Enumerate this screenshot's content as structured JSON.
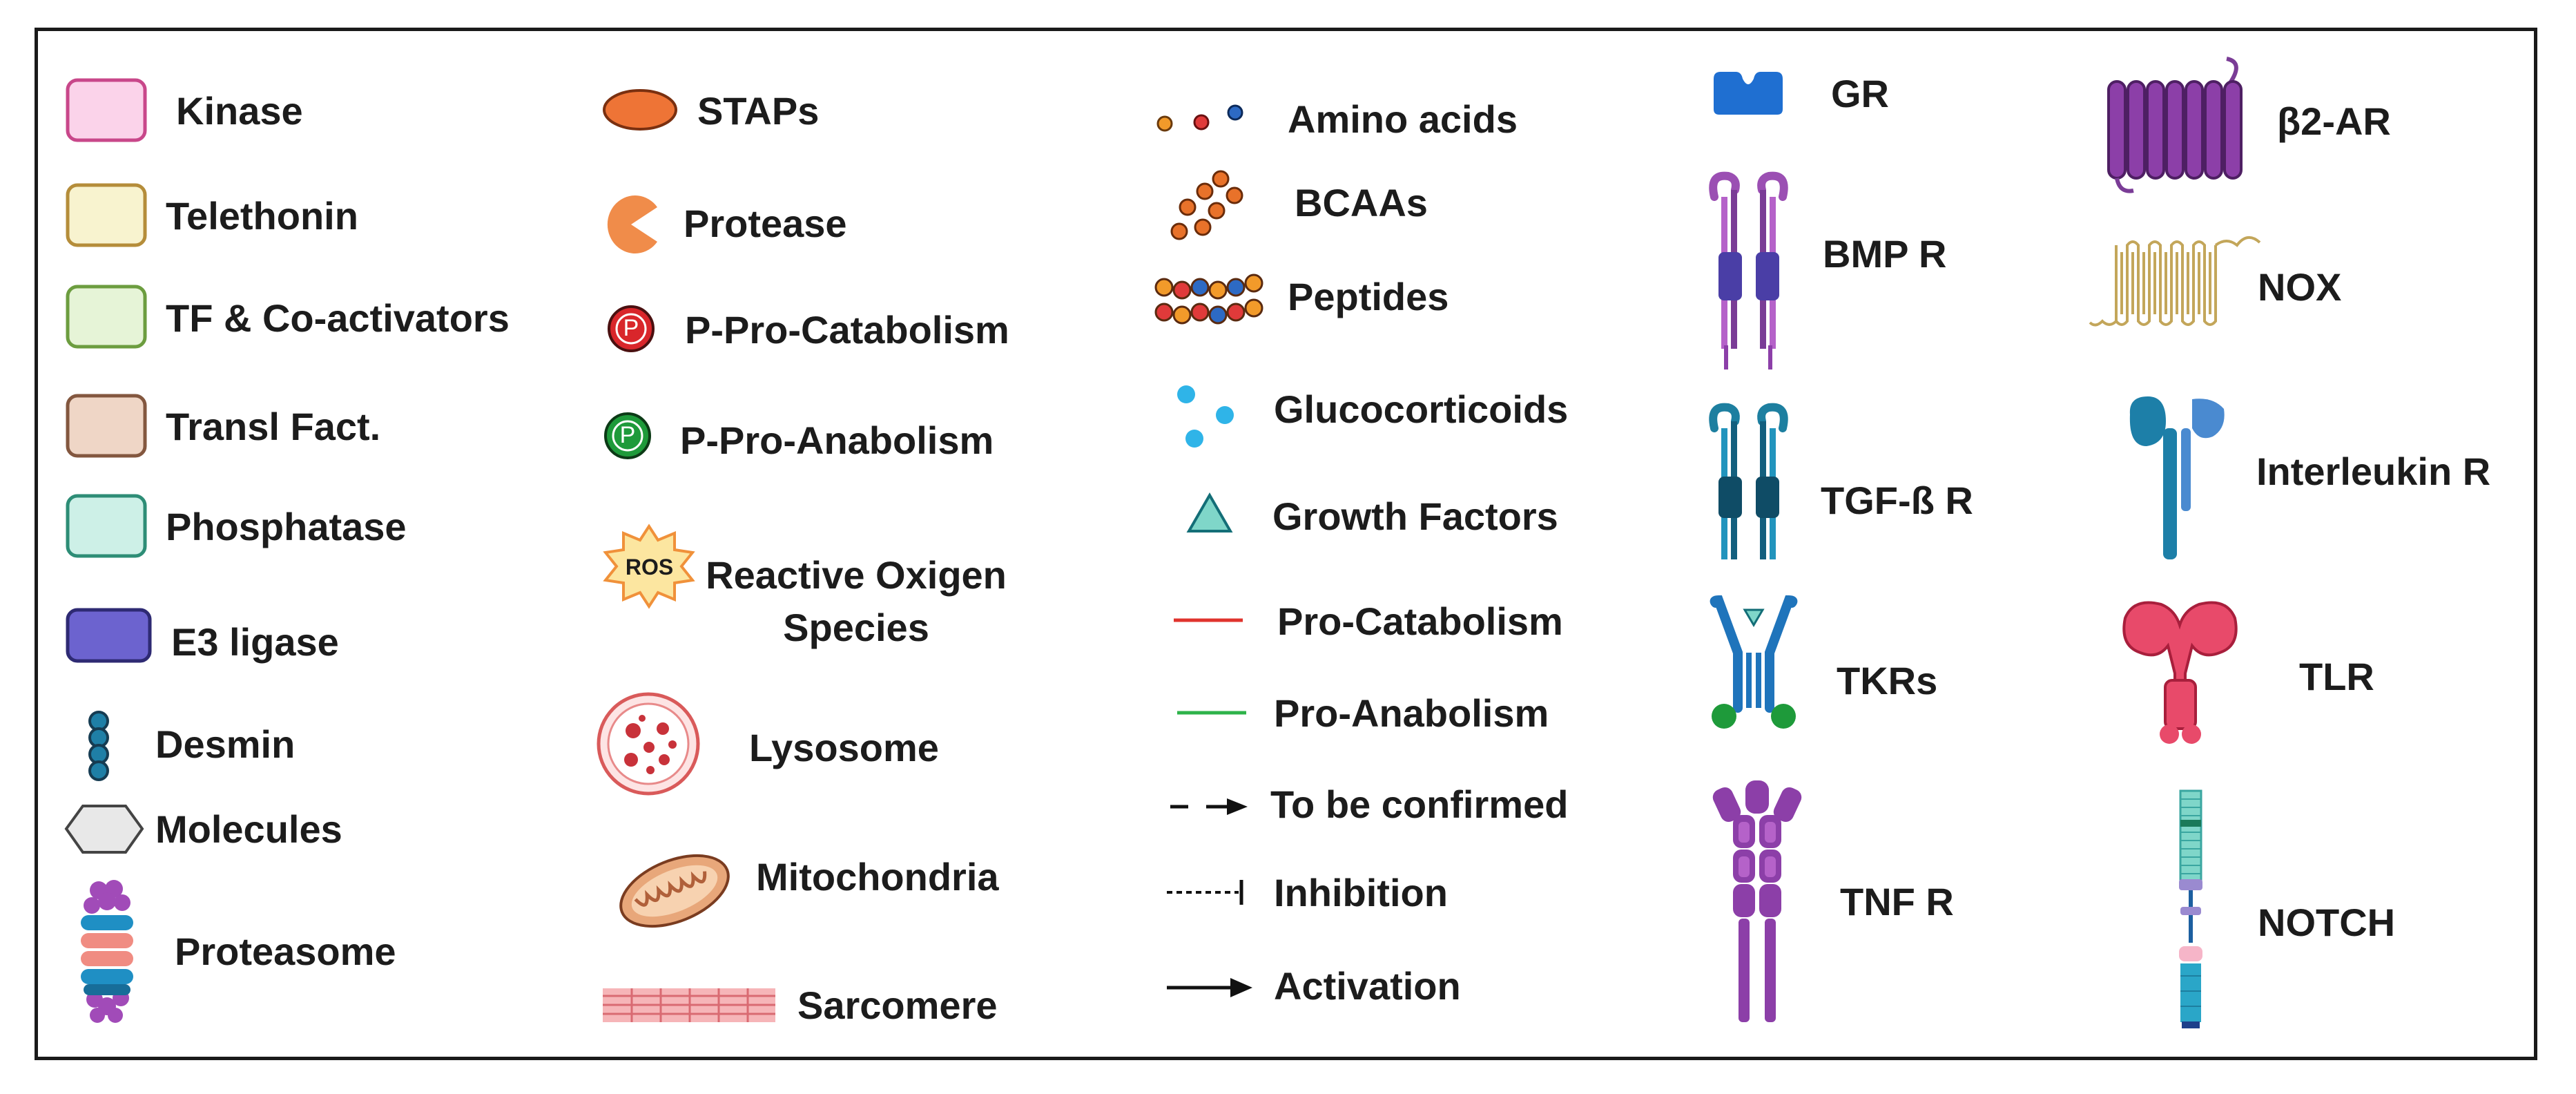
{
  "legend": {
    "col1": {
      "kinase": "Kinase",
      "telethonin": "Telethonin",
      "tf": "TF & Co-activators",
      "transl": "Transl Fact.",
      "phosphatase": "Phosphatase",
      "e3": "E3 ligase",
      "desmin": "Desmin",
      "molecules": "Molecules",
      "proteasome": "Proteasome"
    },
    "col2": {
      "staps": "STAPs",
      "protease": "Protease",
      "p_cat": "P-Pro-Catabolism",
      "p_ana": "P-Pro-Anabolism",
      "ros_badge": "ROS",
      "ros": "Reactive Oxigen Species",
      "lysosome": "Lysosome",
      "mito": "Mitochondria",
      "sarcomere": "Sarcomere"
    },
    "col3": {
      "amino": "Amino acids",
      "bcaa": "BCAAs",
      "peptides": "Peptides",
      "gluco": "Glucocorticoids",
      "growth": "Growth Factors",
      "pro_cat": "Pro-Catabolism",
      "pro_ana": "Pro-Anabolism",
      "confirm": "To be confirmed",
      "inhibition": "Inhibition",
      "activation": "Activation"
    },
    "col4": {
      "gr": "GR",
      "bmp": "BMP R",
      "tgf": "TGF-ß R",
      "tkrs": "TKRs",
      "tnf": "TNF R"
    },
    "col5": {
      "b2ar": "β2-AR",
      "nox": "NOX",
      "il": "Interleukin R",
      "tlr": "TLR",
      "notch": "NOTCH"
    }
  },
  "phospho_letter": "P",
  "colors": {
    "kinase": "#fbd3ea",
    "kinase_border": "#c8478a",
    "telethonin": "#f8f3cf",
    "telethonin_border": "#b58d3a",
    "tf": "#e6f4d7",
    "tf_border": "#6c9d3f",
    "transl": "#efd6c6",
    "transl_border": "#83573f",
    "phosphatase": "#cdf0e7",
    "phosphatase_border": "#2d8d76",
    "e3": "#6c63cf",
    "e3_border": "#2e2a73",
    "red_line": "#e0332d",
    "green_line": "#2eb34a"
  }
}
